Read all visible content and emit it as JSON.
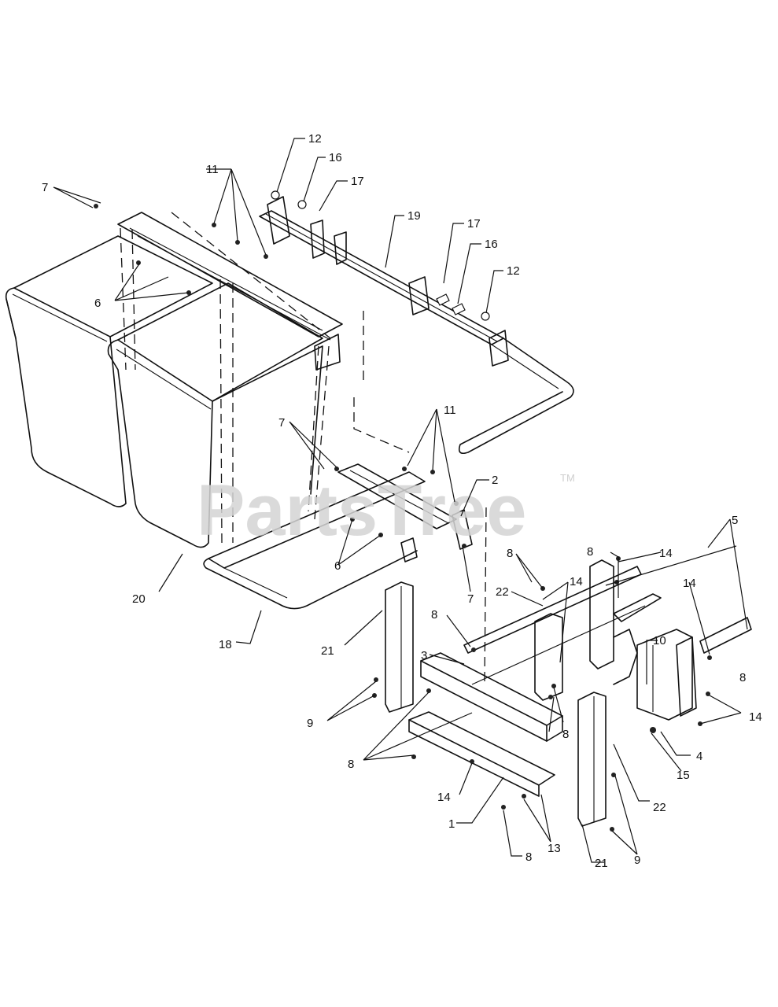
{
  "watermark": {
    "text": "PartsTree",
    "mark": "TM"
  },
  "callouts": [
    {
      "id": "c7a",
      "text": "7"
    },
    {
      "id": "c11a",
      "text": "11"
    },
    {
      "id": "c12a",
      "text": "12"
    },
    {
      "id": "c16a",
      "text": "16"
    },
    {
      "id": "c17a",
      "text": "17"
    },
    {
      "id": "c19",
      "text": "19"
    },
    {
      "id": "c17b",
      "text": "17"
    },
    {
      "id": "c16b",
      "text": "16"
    },
    {
      "id": "c12b",
      "text": "12"
    },
    {
      "id": "c6a",
      "text": "6"
    },
    {
      "id": "c11b",
      "text": "11"
    },
    {
      "id": "c7b",
      "text": "7"
    },
    {
      "id": "c2",
      "text": "2"
    },
    {
      "id": "c5",
      "text": "5"
    },
    {
      "id": "c6b",
      "text": "6"
    },
    {
      "id": "c7c",
      "text": "7"
    },
    {
      "id": "c8a",
      "text": "8"
    },
    {
      "id": "c8b",
      "text": "8"
    },
    {
      "id": "c14a",
      "text": "14"
    },
    {
      "id": "c14b",
      "text": "14"
    },
    {
      "id": "c14c",
      "text": "14"
    },
    {
      "id": "c22a",
      "text": "22"
    },
    {
      "id": "c20",
      "text": "20"
    },
    {
      "id": "c18",
      "text": "18"
    },
    {
      "id": "c8c",
      "text": "8"
    },
    {
      "id": "c3",
      "text": "3"
    },
    {
      "id": "c10",
      "text": "10"
    },
    {
      "id": "c21a",
      "text": "21"
    },
    {
      "id": "c8d",
      "text": "8"
    },
    {
      "id": "c8e",
      "text": "8"
    },
    {
      "id": "c14d",
      "text": "14"
    },
    {
      "id": "c9a",
      "text": "9"
    },
    {
      "id": "c4",
      "text": "4"
    },
    {
      "id": "c8f",
      "text": "8"
    },
    {
      "id": "c15",
      "text": "15"
    },
    {
      "id": "c14e",
      "text": "14"
    },
    {
      "id": "c22b",
      "text": "22"
    },
    {
      "id": "c1",
      "text": "1"
    },
    {
      "id": "c13",
      "text": "13"
    },
    {
      "id": "c8g",
      "text": "8"
    },
    {
      "id": "c21b",
      "text": "21"
    },
    {
      "id": "c9b",
      "text": "9"
    }
  ]
}
